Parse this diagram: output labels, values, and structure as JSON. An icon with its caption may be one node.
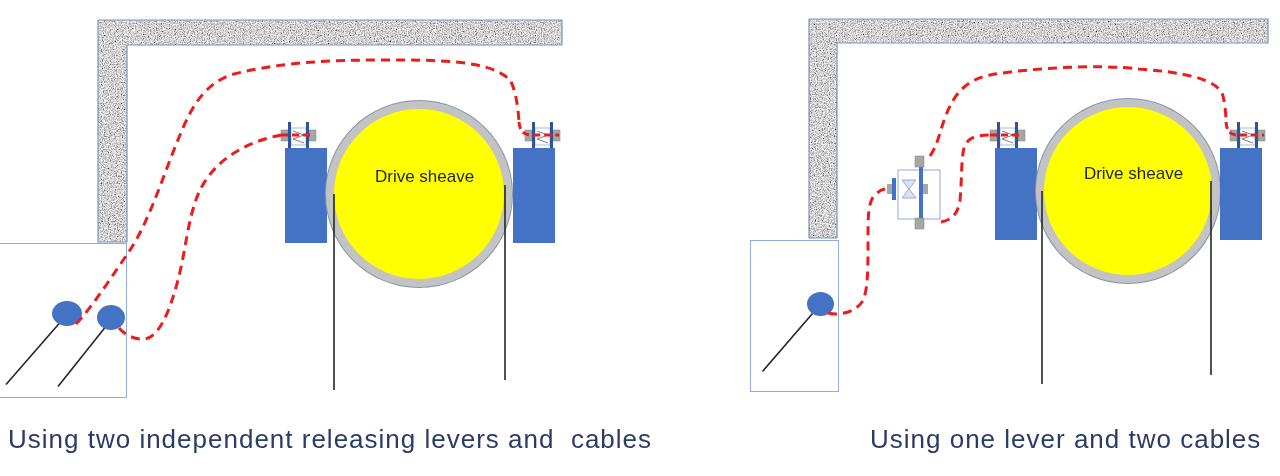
{
  "diagram": {
    "nodes": [
      {
        "text": [],
        "shape": "box"
      },
      {
        "text": [
          "Drive sheave"
        ]
      },
      {
        "text": [],
        "shape": "box"
      },
      {
        "text": [],
        "shape": "box"
      },
      {
        "text": [],
        "shape": "circle",
        "in": 3
      },
      {
        "text": [],
        "shape": "circle",
        "in": 3
      },
      {
        "text": [],
        "shape": "box"
      },
      {
        "text": [],
        "shape": "box"
      },
      {
        "text": [
          "Drive sheave"
        ]
      },
      {
        "text": [],
        "shape": "box"
      },
      {
        "text": [],
        "shape": "box"
      },
      {
        "text": [],
        "shape": "circle",
        "in": 10
      }
    ],
    "edges": [
      {
        "from": 4,
        "to": 2,
        "arrow": "none",
        "style": "dashed"
      },
      {
        "from": 5,
        "to": 0,
        "arrow": "none",
        "style": "dashed"
      },
      {
        "from": 11,
        "to": 6,
        "arrow": "none",
        "style": "dashed"
      },
      {
        "from": 6,
        "to": 9,
        "arrow": "none",
        "style": "dashed"
      },
      {
        "from": 6,
        "to": 7,
        "arrow": "none",
        "style": "dashed"
      }
    ],
    "labels": [
      "Using two independent releasing levers and  cables",
      "Using one lever and two cables"
    ]
  }
}
